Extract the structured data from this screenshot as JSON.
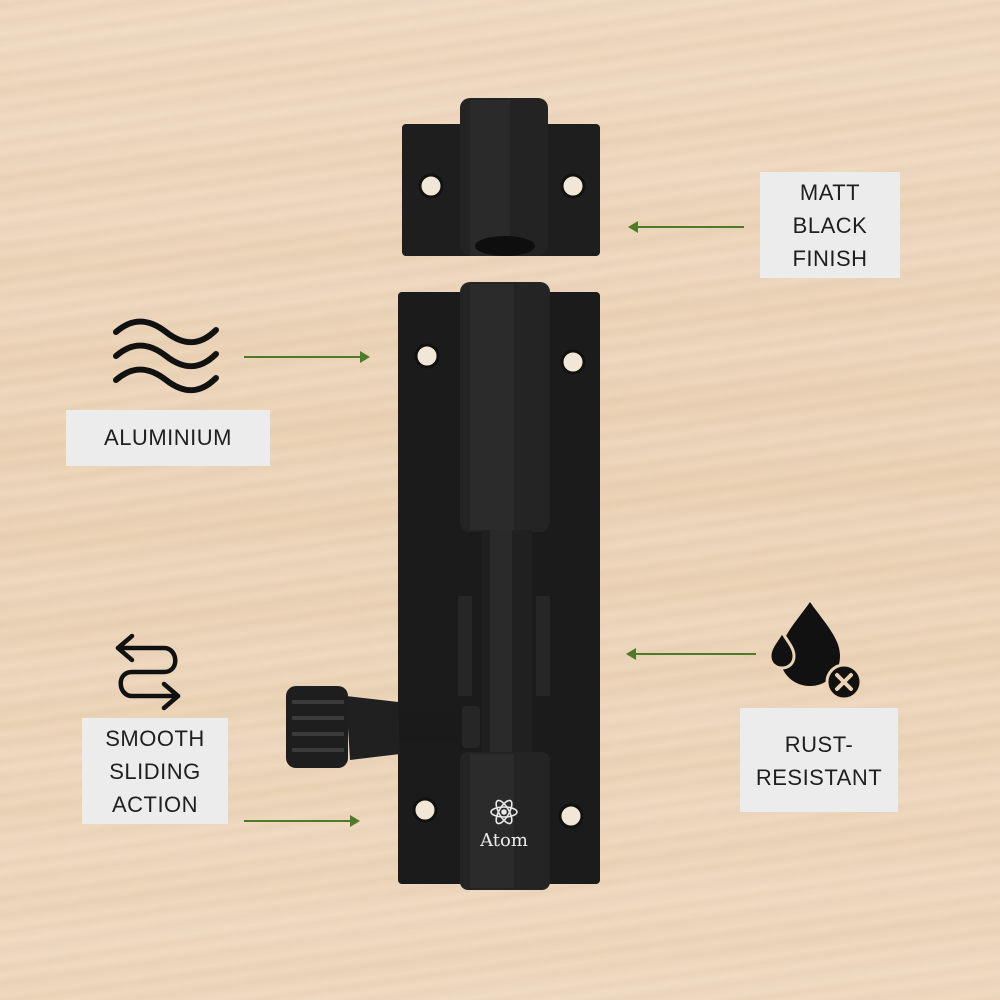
{
  "labels": {
    "matt_black": [
      "MATT",
      "BLACK",
      "FINISH"
    ],
    "aluminium": "ALUMINIUM",
    "smooth_sliding": [
      "SMOOTH",
      "SLIDING",
      "ACTION"
    ],
    "rust_resistant": [
      "RUST-",
      "RESISTANT"
    ]
  },
  "brand": {
    "name": "Atom",
    "logo": "atom-logo-icon"
  },
  "icons": {
    "aluminium": "waves-icon",
    "smooth_sliding": "sliding-arrows-icon",
    "rust_resistant": "water-drop-no-icon"
  },
  "colors": {
    "arrow": "#4f7a2a",
    "product": "#1c1c1c",
    "label_bg": "#ececec",
    "wood": "#ecd3b6"
  }
}
